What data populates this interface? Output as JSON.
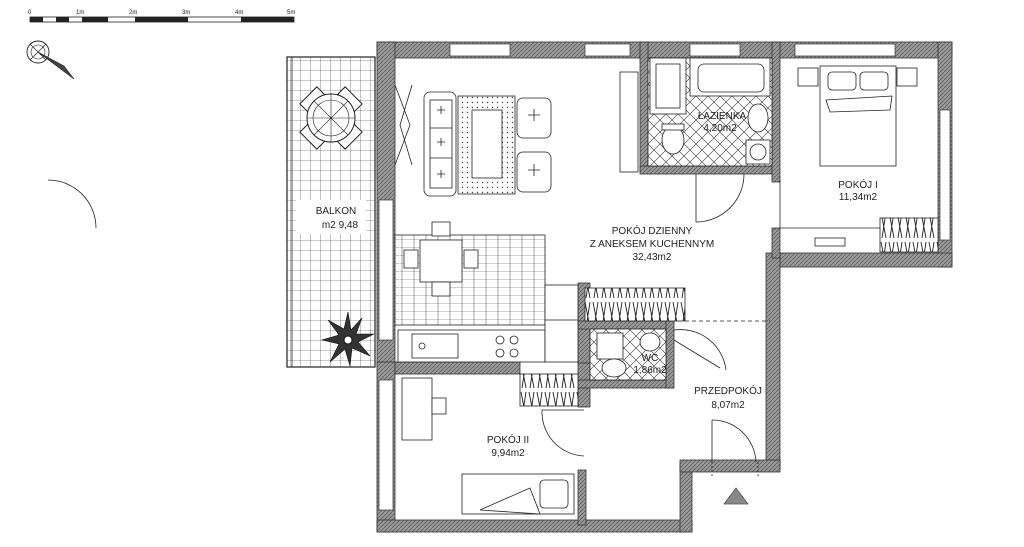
{
  "scale_bar": {
    "labels": [
      "0",
      "1m",
      "2m",
      "3m",
      "4m",
      "5m"
    ]
  },
  "rooms": {
    "balkon": {
      "name": "BALKON",
      "area": "m2 9,48"
    },
    "pokoj_dzienny": {
      "name": "POKÓJ DZIENNY",
      "name2": "Z ANEKSEM KUCHENNYM",
      "area": "32,43m2"
    },
    "lazienka": {
      "name": "ŁAZIENKA",
      "area": "4,20m2"
    },
    "pokoj_1": {
      "name": "POKÓJ I",
      "area": "11,34m2"
    },
    "wc": {
      "name": "WC",
      "area": "1,86m2"
    },
    "przedpokoj": {
      "name": "PRZEDPOKÓJ",
      "area": "8,07m2"
    },
    "pokoj_2": {
      "name": "POKÓJ II",
      "area": "9,94m2"
    }
  },
  "icons": {
    "compass": "compass-icon",
    "entrance": "entrance-arrow-icon"
  },
  "colors": {
    "wall": "#7a7a7a",
    "line": "#222222",
    "hatch": "#555555"
  }
}
